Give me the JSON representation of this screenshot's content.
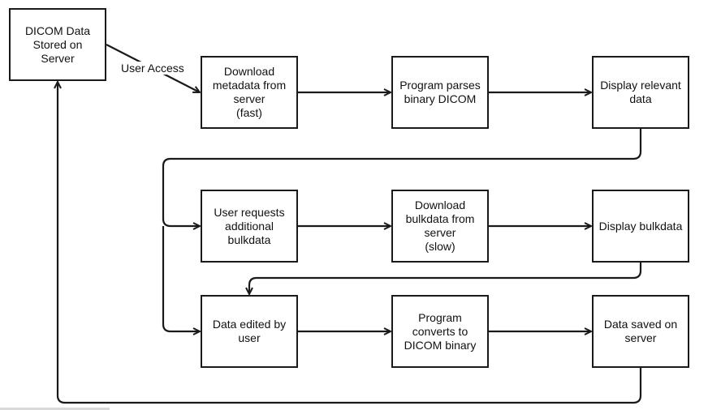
{
  "diagram": {
    "source": {
      "label": "DICOM Data\nStored on Server"
    },
    "edge_label": "User Access",
    "row1": [
      {
        "label": "Download\nmetadata from\nserver\n(fast)"
      },
      {
        "label": "Program parses\nbinary DICOM"
      },
      {
        "label": "Display relevant\ndata"
      }
    ],
    "row2": [
      {
        "label": "User requests\nadditional\nbulkdata"
      },
      {
        "label": "Download\nbulkdata from\nserver\n(slow)"
      },
      {
        "label": "Display bulkdata"
      }
    ],
    "row3": [
      {
        "label": "Data edited by\nuser"
      },
      {
        "label": "Program\nconverts to\nDICOM binary"
      },
      {
        "label": "Data saved on\nserver"
      }
    ],
    "colors": {
      "stroke": "#1a1a1a",
      "background": "#ffffff"
    }
  }
}
